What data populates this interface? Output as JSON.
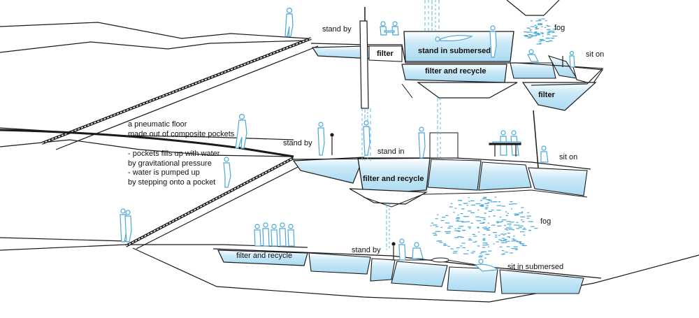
{
  "labels": {
    "stand_by_top": "stand by",
    "filter_top": "filter",
    "stand_in_submersed": "stand in submersed",
    "fog_top": "fog",
    "sit_on_top": "sit on",
    "filter_and_recycle_top": "filter and recycle",
    "filter_right": "filter",
    "stand_by_mid": "stand by",
    "stand_in": "stand in",
    "sit_on_mid": "sit on",
    "filter_and_recycle_mid": "filter and recycle",
    "fog_mid": "fog",
    "filter_and_recycle_bottom": "filter and recycle",
    "stand_by_bottom": "stand by",
    "sit_in_submersed": "sit in submersed"
  },
  "notes": {
    "floor_line_1": "a pneumatic floor",
    "floor_line_2": "made out of composite pockets",
    "pockets_line_1": "- pockets fills up with water",
    "pockets_line_2": "by gravitational pressure",
    "pump_line_1": "- water is pumped up",
    "pump_line_2": "by stepping onto a pocket"
  },
  "colors": {
    "water": "#bfe3f5",
    "water_edge": "#5ab7e3",
    "figure": "#4aa8d8",
    "line": "#1a1a1a"
  }
}
